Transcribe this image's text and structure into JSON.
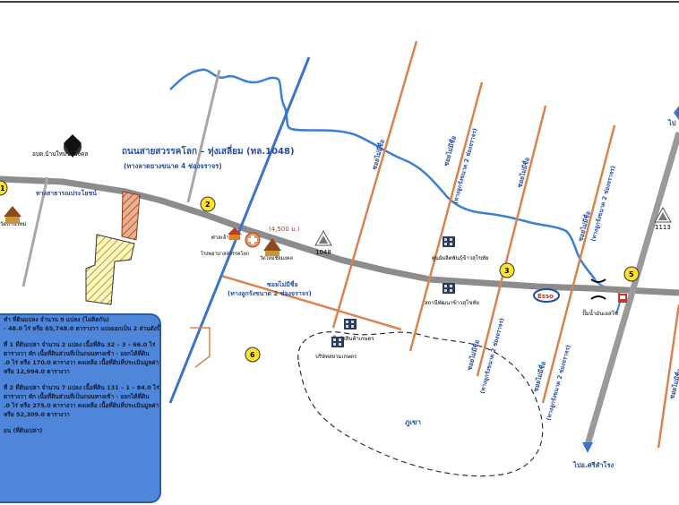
{
  "colors": {
    "main_road": "#8c8c8c",
    "soi": "#d9844e",
    "river": "#3b7fd6",
    "highway_blue": "#3a74c9",
    "yellow_marker": "#ffe22a",
    "info_box": "#4f86d9",
    "title_text": "#2a4fa0",
    "dashed_area": "#333333"
  },
  "labels": {
    "road_title": "ถนนสายสวรรคโลก – ทุ่งเสลี่ยม (ทล.1048)",
    "road_subtitle": "(ทางลาดยางขนาด 4 ช่องจราจร)",
    "district_office": "อบต.บ้านใหม่ชัยมงคล",
    "public_utility": "ทางสาธารณประโยชน์",
    "temple_left": "วัดบ้านใหม่",
    "hospital": "ศาลเจ้าพ่อ",
    "school": "โรงพยาบาลสวรรคโลก",
    "temple_mid": "วัดใหม่ชัยมงคล",
    "distance": "(4,500 ม.)",
    "road_number_1048": "1048",
    "road_number_1113": "1113",
    "soi_name": "ซอยไม่มีชื่อ",
    "soi_subtitle": "(ทางลูกรังขนาด 2 ช่องจราจร)",
    "fruit_center": "ศูนย์ผลิตพันธุ์ข้าวสุโขทัย",
    "rice_station": "สถานีพัฒนาข้าวสุโขทัย",
    "factory": "โกดังสินค้าเกษตร",
    "factory_2": "บริษัทสยามเกษตร",
    "esso": "Esso",
    "gas_station": "ปั๊มน้ำมันเอสโซ่",
    "mountain": "ภูเขา",
    "to_srisamrong": "ไปอ.ศรีสำโรง",
    "to_top_right": "ไป"
  },
  "markers": [
    "2",
    "3",
    "5",
    "6",
    "1"
  ],
  "info_box": {
    "lines": [
      "ทำ ที่ดินแปลง จำนวน 9 แปลง (ไม่ติดกัน)",
      "- 48.0 ไร่ หรือ 65,748.0 ตารางวา แบ่งออกเป็น 2 ส่วนดังนี้",
      "",
      "ที่ 1 ที่ดินเปล่า จำนวน 2 แปลง เนื้อที่ดิน 32 – 3 – 66.0 ไร่",
      "ตารางวา หัก เนื้อที่ดินส่วนที่เป็นถนนทางเข้า - ออกได้ที่ดิน",
      ".0 ไร่ หรือ 170.0 ตารางวา คงเหลือ เนื้อที่ดินที่ประเมินมูลค่า",
      "หรือ 12,994.0 ตารางวา",
      "",
      "ที่ 2 ที่ดินเปล่า จำนวน 7 แปลง เนื้อที่ดิน 131 – 1 – 84.0 ไร่",
      "ตารางวา หัก เนื้อที่ดินส่วนที่เป็นถนนทางเข้า - ออกได้ที่ดิน",
      ".0 ไร่ หรือ 275.0 ตารางวา คงเหลือ เนื้อที่ดินที่ประเมินมูลค่า",
      "หรือ 52,309.0 ตารางวา",
      "",
      "ยน (ที่ดินเปล่า)"
    ]
  }
}
